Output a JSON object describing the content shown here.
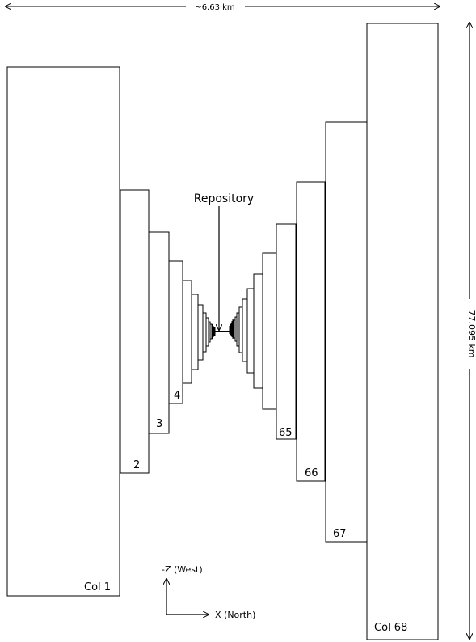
{
  "width_dimension": {
    "label": "~6.63 km"
  },
  "height_dimension": {
    "label": "77.095 km"
  },
  "repository": {
    "label": "Repository"
  },
  "column_labels": {
    "col1": "Col 1",
    "col2": "2",
    "col3": "3",
    "col4": "4",
    "col65": "65",
    "col66": "66",
    "col67": "67",
    "col68": "Col 68"
  },
  "axes": {
    "y_label": "-Z (West)",
    "x_label": "X (North)"
  }
}
